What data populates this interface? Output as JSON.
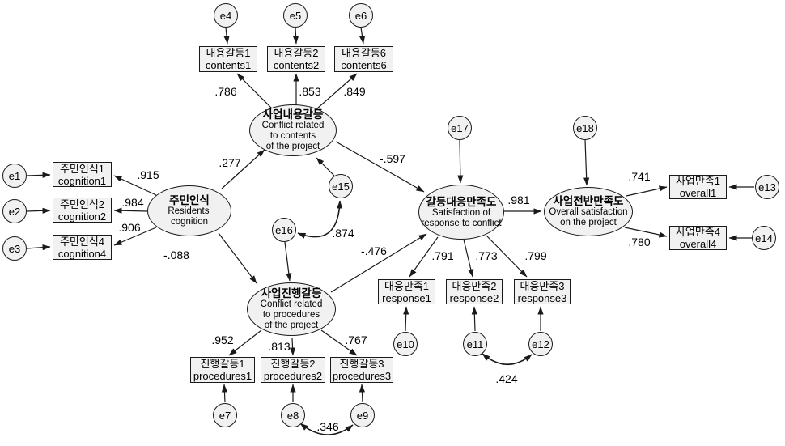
{
  "diagram_type": "structural-equation-model-path-diagram",
  "colors": {
    "node_fill": "#f1f1f1",
    "stroke": "#1a1a1a",
    "background": "#ffffff"
  },
  "latents": {
    "contents_conflict": {
      "kr": "사업내용갈등",
      "en": "Conflict related\nto contents\nof the project"
    },
    "residents_cognition": {
      "kr": "주민인식",
      "en": "Residents'\ncognition"
    },
    "satisfaction": {
      "kr": "갈등대응만족도",
      "en": "Satisfaction of\nresponse to conflict"
    },
    "overall": {
      "kr": "사업전반만족도",
      "en": "Overall satisfaction\non the project"
    },
    "procedures_conflict": {
      "kr": "사업진행갈등",
      "en": "Conflict related\nto procedures\nof the project"
    }
  },
  "observed": {
    "contents1": "내용갈등1\ncontents1",
    "contents2": "내용갈등2\ncontents2",
    "contents6": "내용갈등6\ncontents6",
    "cognition1": "주민인식1\ncognition1",
    "cognition2": "주민인식2\ncognition2",
    "cognition4": "주민인식4\ncognition4",
    "overall1": "사업만족1\noverall1",
    "overall4": "사업만족4\noverall4",
    "response1": "대응만족1\nresponse1",
    "response2": "대응만족2\nresponse2",
    "response3": "대응만족3\nresponse3",
    "procedures1": "진행갈등1\nprocedures1",
    "procedures2": "진행갈등2\nprocedures2",
    "procedures3": "진행갈등3\nprocedures3"
  },
  "errors": {
    "e1": "e1",
    "e2": "e2",
    "e3": "e3",
    "e4": "e4",
    "e5": "e5",
    "e6": "e6",
    "e7": "e7",
    "e8": "e8",
    "e9": "e9",
    "e10": "e10",
    "e11": "e11",
    "e12": "e12",
    "e13": "e13",
    "e14": "e14",
    "e15": "e15",
    "e16": "e16",
    "e17": "e17",
    "e18": "e18"
  },
  "coefficients": {
    "contents_to_contents1": ".786",
    "contents_to_contents2": ".853",
    "contents_to_contents6": ".849",
    "cognition_to_cognition1": ".915",
    "cognition_to_cognition2": ".984",
    "cognition_to_cognition4": ".906",
    "cognition_to_contents": ".277",
    "cognition_to_procedures": "-.088",
    "contents_to_satisfaction": "-.597",
    "procedures_to_satisfaction": "-.476",
    "satisfaction_to_overall": ".981",
    "overall_to_overall1": ".741",
    "overall_to_overall4": ".780",
    "satisfaction_to_response1": ".791",
    "satisfaction_to_response2": ".773",
    "satisfaction_to_response3": ".799",
    "procedures_to_procedures1": ".952",
    "procedures_to_procedures2": ".813",
    "procedures_to_procedures3": ".767",
    "cov_e15_e16": ".874",
    "cov_e8_e9": ".346",
    "cov_e11_e12": ".424"
  }
}
